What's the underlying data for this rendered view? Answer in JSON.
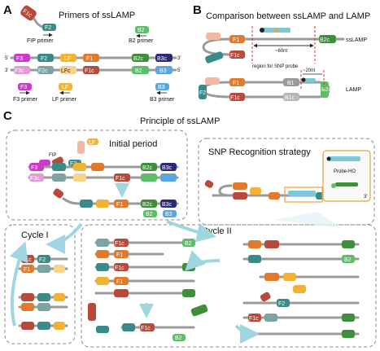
{
  "panels": {
    "a": {
      "letter": "A",
      "title": "Primers of ssLAMP"
    },
    "b": {
      "letter": "B",
      "title": "Comparison between ssLAMP and LAMP",
      "sslamp_label": "ssLAMP",
      "lamp_label": "LAMP",
      "distance_60": "~60nt",
      "snp_region": "region for SNP probe",
      "distance_20": "~20nt"
    },
    "c": {
      "letter": "C",
      "title": "Principle of ssLAMP",
      "initial": "Initial period",
      "snp_strategy": "SNP Recognition strategy",
      "cycle1": "Cycle I",
      "cycle2": "Cycle II",
      "probe": "Probe-HO",
      "fip": "FIP"
    }
  },
  "primers": {
    "fip_primer": "FIP primer",
    "b2_primer": "B2 primer",
    "f3_primer": "F3 primer",
    "lf_primer": "LF primer",
    "b3_primer": "B3 primer"
  },
  "segments": {
    "F3": "F3",
    "F2": "F2",
    "LF": "LF",
    "F1": "F1",
    "B2c": "B2c",
    "B3c": "B3c",
    "F3c": "F3c",
    "F2c": "F2c",
    "LFc": "LFc",
    "F1c": "F1c",
    "B2": "B2",
    "B3": "B3",
    "B1": "B1",
    "B1c": "B1c",
    "B2c_v": "B2c",
    "five": "5'",
    "three": "3'"
  },
  "colors": {
    "f3": "#c83cc8",
    "f3c": "#e59ad6",
    "f2": "#3a8a8a",
    "f2c": "#7fa3a3",
    "lf": "#f2b233",
    "lfc": "#f6d48a",
    "f1": "#e07a2c",
    "f1c": "#b84a3b",
    "b2c": "#3f8f3a",
    "b2": "#5bbf6a",
    "b3c": "#2a2a7a",
    "b3": "#5aa7de",
    "b1": "#9a9a9a",
    "b1c": "#b6b6b6",
    "peach": "#f2b8a0"
  }
}
